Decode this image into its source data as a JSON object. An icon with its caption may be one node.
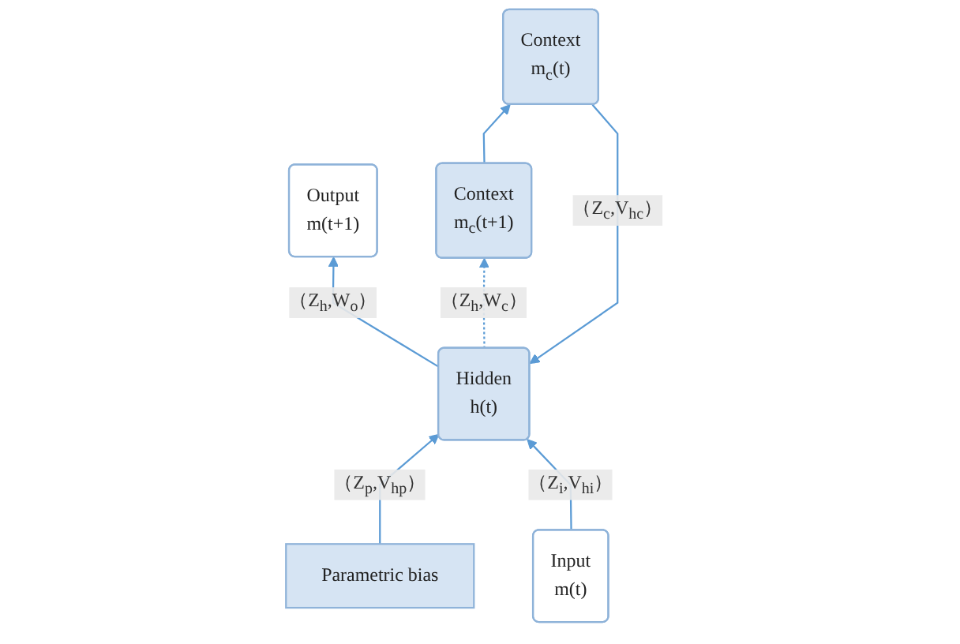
{
  "diagram": {
    "nodes": [
      {
        "text": [
          "Output",
          "m(t+1)"
        ]
      },
      {
        "text": [
          "Hidden",
          "h(t)"
        ]
      },
      {
        "text": [
          "Context",
          "m$_{c}$(t+1)"
        ]
      },
      {
        "text": [
          "Parametric bias"
        ]
      },
      {
        "text": [
          "Input",
          "m(t)"
        ]
      },
      {
        "text": [
          "Context",
          "m$_{c}$(t)"
        ]
      }
    ],
    "edges": [
      {
        "from": 1,
        "to": 0,
        "arrow": "to",
        "label": "（Z$_{h}$,W$_{o}$）"
      },
      {
        "from": 1,
        "to": 2,
        "arrow": "to",
        "label": "（Z$_{h}$,W$_{c}$）",
        "style": "dashed"
      },
      {
        "from": 3,
        "to": 1,
        "arrow": "to",
        "label": "（Z$_{p}$,V$_{hp}$）"
      },
      {
        "from": 4,
        "to": 1,
        "arrow": "to",
        "label": "（Z$_{i}$,V$_{hi}$）"
      },
      {
        "from": 5,
        "to": 1,
        "arrow": "to",
        "label": "（Z$_{c}$,V$_{hc}$）"
      },
      {
        "from": 2,
        "to": 5,
        "arrow": "to"
      }
    ]
  }
}
